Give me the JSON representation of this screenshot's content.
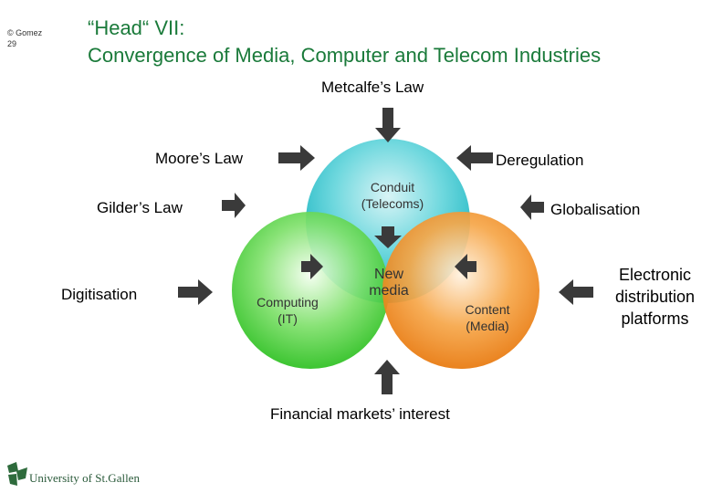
{
  "copyright": {
    "line1": "© Gomez",
    "line2": "29"
  },
  "title": {
    "line1": "“Head“ VII:",
    "line2": "Convergence of Media, Computer and Telecom Industries"
  },
  "forces": {
    "metcalfe": "Metcalfe’s Law",
    "moore": "Moore’s Law",
    "deregulation": "Deregulation",
    "gilder": "Gilder’s Law",
    "globalisation": "Globalisation",
    "digitisation": "Digitisation",
    "electronic": [
      "Electronic",
      "distribution",
      "platforms"
    ],
    "financial": "Financial markets’ interest"
  },
  "circles": {
    "conduit": [
      "Conduit",
      "(Telecoms)"
    ],
    "computing": [
      "Computing",
      "(IT)"
    ],
    "content": [
      "Content",
      "(Media)"
    ],
    "center": [
      "New",
      "media"
    ]
  },
  "colors": {
    "title": "#1a7a3a",
    "conduit": "#3cc8d0",
    "computing": "#3ccc28",
    "content": "#f08a18",
    "arrow": "#3a3a3a"
  },
  "footer": {
    "logo_text": "University of St.Gallen"
  }
}
